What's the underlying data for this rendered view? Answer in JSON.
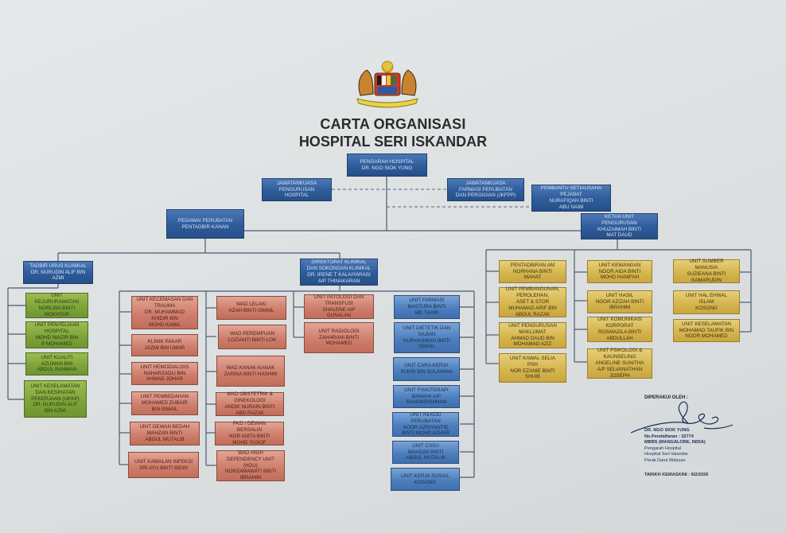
{
  "header": {
    "emblem": "jata-negara-malaysia-crest",
    "title_line1": "CARTA ORGANISASI",
    "title_line2": "HOSPITAL SERI ISKANDAR"
  },
  "top": {
    "director": "PENGARAH HOSPITAL\nDR. NGO SIOK YUNG",
    "committee": "JAWATANKUASA\nPENGURUSAN\nHOSPITAL",
    "pharmacy_committee": "JAWATANKUASA\nFARMASI PERUBATAN\nDAN PERGIGIAN (JKFPP)",
    "secretary": "PEMBANTU SETIAUSAHA\nPEJABAT\nNURAFIQAH BINTI\nABU NAIM",
    "admin_officer": "PEGAWAI PERUBATAN\nPENTADBIR KANAN",
    "management_head": "KETUA UNIT\nPENGURUSAN\nKHUZAIMAH BINTI\nMAT DAUD"
  },
  "clinical_governance": {
    "head": "TADBIR URUS KLINIKAL\nDR. NURUDIN ALIF BIN\nAZMI",
    "units": [
      "UNIT\nKEJURURAWATAN\nNORLIDA BINTI\nMOKHTAR",
      "UNIT PENYELIAAN\nHOSPITAL\nMOHD WAZIR BIN\nP MOHAMED",
      "UNIT KUALITI\nAZUWAN BIN\nABDUL RAHMAN",
      "UNIT KESELAMATAN\nDAN KESIHATAN\nPEKERJAAN (UKKP)\nDR. NURUDIN ALIF\nBIN AZMI"
    ]
  },
  "clinical_directorate": {
    "head": "DIREKTORAT KLINIKAL\nDAN SOKONGAN KLINIKAL\nDR. IRENE T KALAIYARASI\nA/P THINAKARAN",
    "col1": [
      "UNIT KECEMASAN DAN\nTRAUMA\nDR. MUHAMMAD\nKHIDIR BIN\nMOHD KAMIL",
      "KLINIK PAKAR\nJAZMI BIN UMAR",
      "UNIT HEMODIALISIS\nNAHARZADLI BIN\nAHMAD JOHAR",
      "UNIT PEMBEDAHAN\nMOHAMED ZUBAIR\nBIN ISMAIL",
      "UNIT DEWAN BEDAH\nMAHZAN BINTI\nABDUL MUTALIB",
      "UNIT KAWALAN INFEKSI\nSRI AYU BINTI BIDIN"
    ],
    "col2": [
      "WAD LELAKI\nAZAH BINTI ISMAIL",
      "WAD PEREMPUAN\nLOZIANTI BINTI LOK",
      "WAD KANAK-KANAK\nZARINA BINTI HASHIM",
      "WAD OBSTETRIK &\nGINEKOLOGI\nANDIK NURAIN BINTI\nABD RAZAK",
      "PKD / DEWAN\nBERSALIN\nNOR ANITA BINTI\nMOHD YUSOF",
      "WAD HIGH\nDEPENDENCY UNIT\n(HDU)\nNORZAMAWATI BINTI\nIBRAHIM"
    ],
    "col3": [
      "UNIT PATOLOGI DAN\nTRANSFUSI\nSHALENE A/P\nGUNALAN",
      "UNIT RADIOLOGI\nZAHARANI BINTI\nMOHAMED"
    ],
    "col4": [
      "UNIT FARMASI\nMASTURA BINTI\nMD TAHIR",
      "UNIT DIETETIK DAN\nSAJIAN\nNURHASIBAH BINTI\nISMAIL",
      "UNIT CARA KERJA\nSUKRI BIN SULAIMAN",
      "UNIT FISIOTERAPI\nBAWANI A/P\nRAMAKRISHNAN",
      "UNIT REKOD\nPERUBATAN\nNOOR AZRIYANTIE\nBINTI MOHD AZHAR",
      "UNIT CSSU\nMAHZAN BINTI\nABDUL MUTALIB",
      "UNIT KERJA SOSIAL\nKOSONG"
    ]
  },
  "management": {
    "col1": [
      "PENTADBIRAN AM\nNORHANA BINTI\nMAHAT",
      "UNIT PEMBANGUNAN,\nPEROLEHAN,\nASET & STOR\nMUHAMAD ARIF BIN\nABDUL RAZAK",
      "UNIT PENGURUSAN\nMAKLUMAT\nAHMAD DAUD BIN\nMOHAMAD AZIZ",
      "UNIT KAWAL SELIA\nPSH\nNOR EZANIE BINTI\nSHUIB"
    ],
    "col2": [
      "UNIT KEWANGAN\nNOOR AIDA BINTI\nMOHD HANIFAH",
      "UNIT HASIL\nNOOR AZIZAH BINTI\nIBRAHIM",
      "UNIT KOMUNIKASI\nKORPORAT\nROSMAZILA BINTI\nABDULLAH",
      "UNIT PSIKOLOGI &\nKAUNSELING\nANGELINE SUNITHA\nA/P SELVANATHAN\nJOSEPH"
    ],
    "col3": [
      "UNIT SUMBER\nMANUSIA\nSUZIEANA BINTI\nKAMARUDIN",
      "UNIT HAL EHWAL\nISLAM\nKOSONG",
      "UNIT KESELAMATAN\nMOHAMAD TAUFIK BIN\nNOOR MOHAMED"
    ]
  },
  "certification": {
    "label": "DIPERAKUI OLEH :",
    "name": "DR. NGO SIOK YUNG",
    "registration": "No.Pendaftaran : 32774",
    "qualification": "MBBS (MANGALORE, INDIA)",
    "position": "Pengarah Hospital",
    "hospital": "Hospital Seri Iskandar",
    "state": "Perak Darul Ridzuan",
    "updated": "TARIKH KEMASKINI : 9/2/2026"
  },
  "colors": {
    "blue": "#2f5d9d",
    "light_blue": "#4c7fbf",
    "green": "#7ea43a",
    "red": "#cf7f6c",
    "gold": "#d6b650",
    "line": "#4a5a72"
  }
}
